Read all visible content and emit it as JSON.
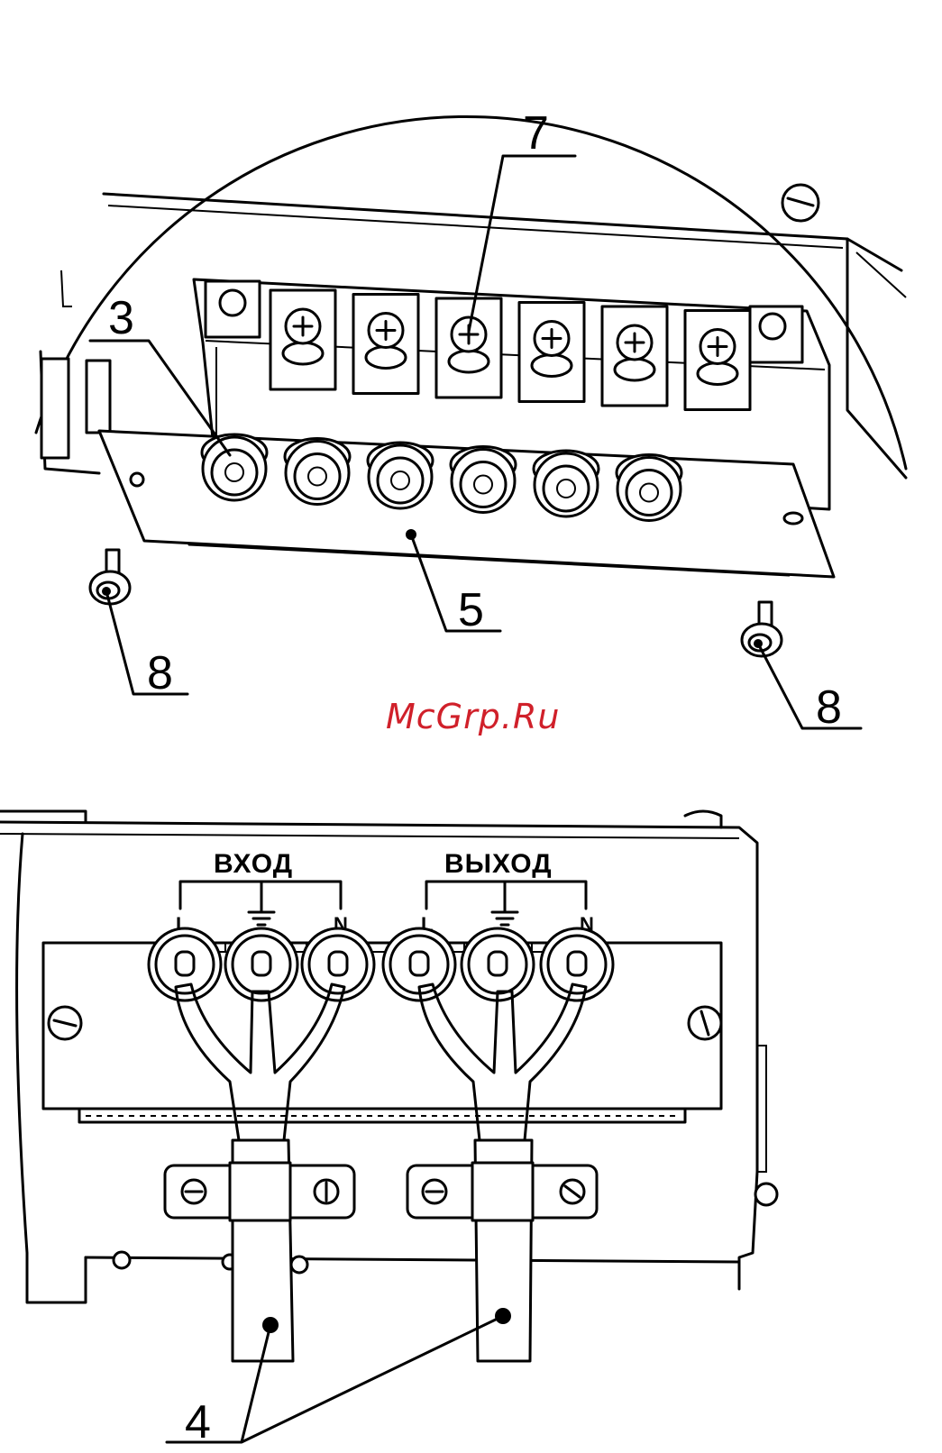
{
  "callouts": {
    "c3": "3",
    "c4": "4",
    "c5": "5",
    "c7": "7",
    "c8a": "8",
    "c8b": "8"
  },
  "watermark": "McGrp.Ru",
  "terminals": {
    "input_label": "ВХОД",
    "output_label": "ВЫХОД",
    "input_pins": [
      "L",
      "N"
    ],
    "output_pins": [
      "L",
      "N"
    ]
  },
  "colors": {
    "line": "#000000",
    "watermark": "#d0202a",
    "background": "#ffffff"
  }
}
